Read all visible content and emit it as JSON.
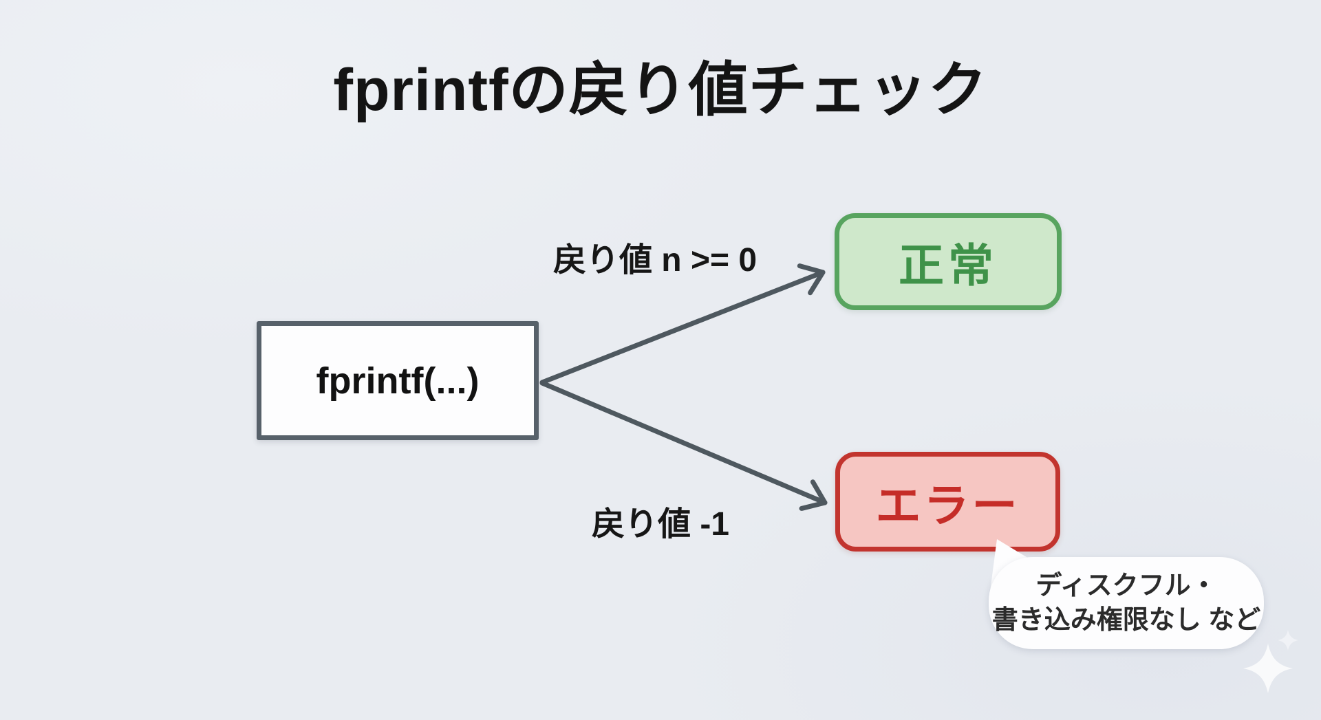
{
  "title": "fprintfの戻り値チェック",
  "flowchart": {
    "source": {
      "label": "fprintf(...)"
    },
    "branches": [
      {
        "condition_label": "戻り値 n >= 0",
        "target": "正常",
        "status": "success"
      },
      {
        "condition_label": "戻り値 -1",
        "target": "エラー",
        "status": "error"
      }
    ],
    "error_note": {
      "line1": "ディスクフル・",
      "line2": "書き込み権限なし など"
    }
  },
  "colors": {
    "background": "#e9ecf1",
    "title_text": "#141414",
    "source_border": "#57616a",
    "arrow": "#4e585f",
    "success_fill": "#cfe8cb",
    "success_border": "#58a45f",
    "success_text": "#3f9249",
    "error_fill": "#f6c6c2",
    "error_border": "#c2342e",
    "error_text": "#c52d28",
    "note_background": "#fdfdfe",
    "note_text": "#2b2b2b"
  }
}
